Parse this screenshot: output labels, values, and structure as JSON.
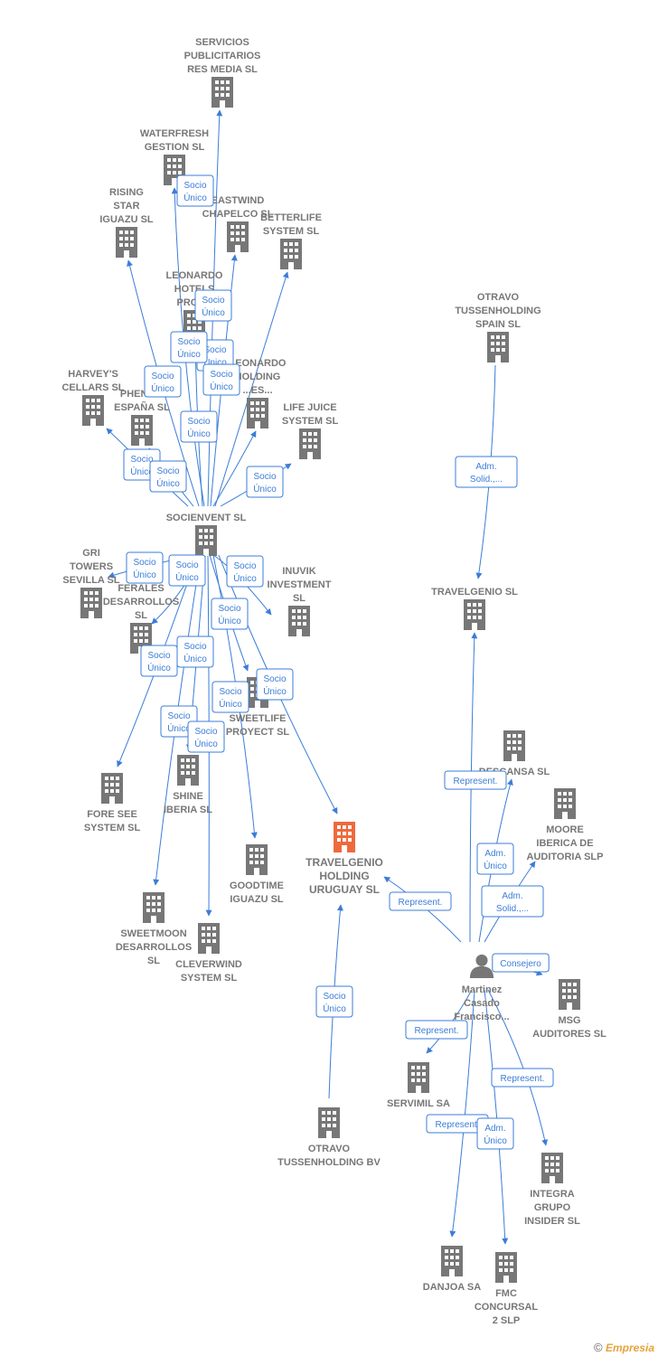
{
  "colors": {
    "node": "#777777",
    "focus_node": "#ee6a3d",
    "edge": "#3b7dd8",
    "label_border": "#3b7dd8",
    "label_text": "#3b7dd8"
  },
  "nodes": [
    {
      "id": "servicios",
      "type": "company",
      "lines": [
        "SERVICIOS",
        "PUBLICITARIOS",
        "RES MEDIA  SL"
      ]
    },
    {
      "id": "waterfresh",
      "type": "company",
      "lines": [
        "WATERFRESH",
        "GESTION  SL"
      ]
    },
    {
      "id": "rising",
      "type": "company",
      "lines": [
        "RISING",
        "STAR",
        "IGUAZU SL"
      ]
    },
    {
      "id": "eastwind",
      "type": "company",
      "lines": [
        "EASTWIND",
        "CHAPELCO SL"
      ]
    },
    {
      "id": "betterlife",
      "type": "company",
      "lines": [
        "BETTERLIFE",
        "SYSTEM  SL"
      ]
    },
    {
      "id": "leonardo_prop",
      "type": "company",
      "lines": [
        "LEONARDO",
        "HOTELS",
        "PROP..."
      ]
    },
    {
      "id": "leonardo_hold",
      "type": "company",
      "lines": [
        "LEONARDO",
        "HOLDING",
        "...ES..."
      ]
    },
    {
      "id": "harveys",
      "type": "company",
      "lines": [
        "HARVEY'S",
        "CELLARS  SL"
      ]
    },
    {
      "id": "phenom",
      "type": "company",
      "lines": [
        "PHENOM",
        "ESPAÑA  SL"
      ]
    },
    {
      "id": "lifejuice",
      "type": "company",
      "lines": [
        "LIFE JUICE",
        "SYSTEM  SL"
      ]
    },
    {
      "id": "socienvent",
      "type": "company",
      "lines": [
        "SOCIENVENT SL"
      ]
    },
    {
      "id": "gri",
      "type": "company",
      "lines": [
        "GRI",
        "TOWERS",
        "SEVILLA  SL"
      ]
    },
    {
      "id": "ferales",
      "type": "company",
      "lines": [
        "FERALES",
        "DESARROLLOS",
        "SL"
      ]
    },
    {
      "id": "inuvik",
      "type": "company",
      "lines": [
        "INUVIK",
        "INVESTMENT",
        "SL"
      ]
    },
    {
      "id": "sweetlife",
      "type": "company",
      "lines": [
        "SWEETLIFE",
        "PROYECT  SL"
      ]
    },
    {
      "id": "foresee",
      "type": "company",
      "lines": [
        "FORE SEE",
        "SYSTEM  SL"
      ]
    },
    {
      "id": "shine",
      "type": "company",
      "lines": [
        "SHINE",
        "IBERIA  SL"
      ]
    },
    {
      "id": "goodtime",
      "type": "company",
      "lines": [
        "GOODTIME",
        "IGUAZU  SL"
      ]
    },
    {
      "id": "sweetmoon",
      "type": "company",
      "lines": [
        "SWEETMOON",
        "DESARROLLOS",
        "SL"
      ]
    },
    {
      "id": "cleverwind",
      "type": "company",
      "lines": [
        "CLEVERWIND",
        "SYSTEM  SL"
      ]
    },
    {
      "id": "travelgenio_holding",
      "type": "focus",
      "lines": [
        "TRAVELGENIO",
        "HOLDING",
        "URUGUAY  SL"
      ]
    },
    {
      "id": "otravo_bv",
      "type": "company",
      "lines": [
        "OTRAVO",
        "TUSSENHOLDING BV"
      ]
    },
    {
      "id": "otravo_spain",
      "type": "company",
      "lines": [
        "OTRAVO",
        "TUSSENHOLDING",
        "SPAIN  SL"
      ]
    },
    {
      "id": "travelgenio_sl",
      "type": "company",
      "lines": [
        "TRAVELGENIO SL"
      ]
    },
    {
      "id": "descansa",
      "type": "company",
      "lines": [
        "DESCANSA  SL"
      ]
    },
    {
      "id": "moore",
      "type": "company",
      "lines": [
        "MOORE",
        "IBERICA DE",
        "AUDITORIA  SLP"
      ]
    },
    {
      "id": "martinez",
      "type": "person",
      "lines": [
        "Martinez",
        "Casado",
        "Francisco..."
      ]
    },
    {
      "id": "msg",
      "type": "company",
      "lines": [
        "MSG",
        "AUDITORES SL"
      ]
    },
    {
      "id": "servimil",
      "type": "company",
      "lines": [
        "SERVIMIL SA"
      ]
    },
    {
      "id": "integra",
      "type": "company",
      "lines": [
        "INTEGRA",
        "GRUPO",
        "INSIDER  SL"
      ]
    },
    {
      "id": "danjoa",
      "type": "company",
      "lines": [
        "DANJOA SA"
      ]
    },
    {
      "id": "fmc",
      "type": "company",
      "lines": [
        "FMC",
        "CONCURSAL",
        "2 SLP"
      ]
    }
  ],
  "edges": [
    {
      "from": "socienvent",
      "to": "servicios",
      "label": ""
    },
    {
      "from": "socienvent",
      "to": "waterfresh",
      "label": "Socio Único"
    },
    {
      "from": "socienvent",
      "to": "rising",
      "label": ""
    },
    {
      "from": "socienvent",
      "to": "eastwind",
      "label": ""
    },
    {
      "from": "socienvent",
      "to": "betterlife",
      "label": ""
    },
    {
      "from": "socienvent",
      "to": "leonardo_prop",
      "label": "Socio Único"
    },
    {
      "from": "socienvent",
      "to": "leonardo_hold",
      "label": "Socio Único"
    },
    {
      "from": "socienvent",
      "to": "harveys",
      "label": "Socio Único"
    },
    {
      "from": "socienvent",
      "to": "phenom",
      "label": "Socio Único"
    },
    {
      "from": "socienvent",
      "to": "lifejuice",
      "label": "Socio Único"
    },
    {
      "from": "socienvent",
      "to": "gri",
      "label": "Socio Único"
    },
    {
      "from": "socienvent",
      "to": "ferales",
      "label": "Socio Único"
    },
    {
      "from": "socienvent",
      "to": "inuvik",
      "label": "Socio Único"
    },
    {
      "from": "socienvent",
      "to": "sweetlife",
      "label": "Socio Único"
    },
    {
      "from": "socienvent",
      "to": "foresee",
      "label": "Socio Único"
    },
    {
      "from": "socienvent",
      "to": "shine",
      "label": "Socio Único"
    },
    {
      "from": "socienvent",
      "to": "goodtime",
      "label": "Socio Único"
    },
    {
      "from": "socienvent",
      "to": "sweetmoon",
      "label": "Socio Único"
    },
    {
      "from": "socienvent",
      "to": "cleverwind",
      "label": "Socio Único"
    },
    {
      "from": "socienvent",
      "to": "travelgenio_holding",
      "label": "Socio Único"
    },
    {
      "from": "otravo_bv",
      "to": "travelgenio_holding",
      "label": "Socio Único"
    },
    {
      "from": "otravo_spain",
      "to": "travelgenio_sl",
      "label": "Adm. Solid.,..."
    },
    {
      "from": "martinez",
      "to": "travelgenio_sl",
      "label": ""
    },
    {
      "from": "martinez",
      "to": "travelgenio_holding",
      "label": "Represent."
    },
    {
      "from": "martinez",
      "to": "descansa",
      "label": "Represent."
    },
    {
      "from": "martinez",
      "to": "moore",
      "label": "Adm. Solid.,..."
    },
    {
      "from": "martinez",
      "to": "msg",
      "label": "Consejero"
    },
    {
      "from": "martinez",
      "to": "servimil",
      "label": "Represent."
    },
    {
      "from": "martinez",
      "to": "integra",
      "label": "Represent."
    },
    {
      "from": "martinez",
      "to": "danjoa",
      "label": "Represent."
    },
    {
      "from": "martinez",
      "to": "fmc",
      "label": "Adm. Único"
    }
  ],
  "extra_labels": [
    {
      "label": "Socio Único"
    },
    {
      "label": "Socio Único"
    },
    {
      "label": "Socio Único"
    },
    {
      "label": "Socio Único"
    },
    {
      "label": "Adm. Único"
    }
  ],
  "footer": {
    "copyright": "©",
    "brand": "Empresia"
  }
}
